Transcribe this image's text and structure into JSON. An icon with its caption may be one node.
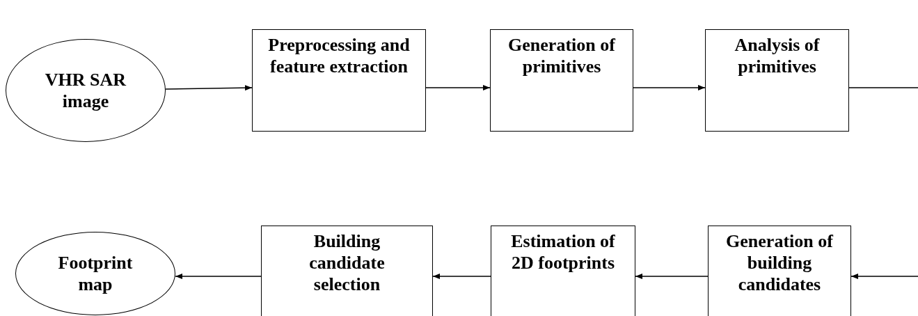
{
  "diagram": {
    "nodes": [
      {
        "text": [
          "VHR SAR image"
        ]
      },
      {
        "text": [
          "Preprocessing and feature extraction"
        ]
      },
      {
        "text": [
          "Generation of primitives"
        ]
      },
      {
        "text": [
          "Analysis of primitives"
        ]
      },
      {
        "text": [
          "Footprint map"
        ]
      },
      {
        "text": [
          "Building candidate selection"
        ]
      },
      {
        "text": [
          "Estimation of 2D footprints"
        ]
      },
      {
        "text": [
          "Generation of building candidates"
        ]
      }
    ],
    "edges": [
      {
        "from": 0,
        "to": 1,
        "arrow": "to"
      },
      {
        "from": 1,
        "to": 2,
        "arrow": "to"
      },
      {
        "from": 2,
        "to": 3,
        "arrow": "to"
      },
      {
        "from": 3,
        "to": null,
        "arrow": "none"
      },
      {
        "from": null,
        "to": 7,
        "arrow": "to"
      },
      {
        "from": 7,
        "to": 6,
        "arrow": "to"
      },
      {
        "from": 6,
        "to": 5,
        "arrow": "to"
      },
      {
        "from": 5,
        "to": 4,
        "arrow": "to"
      }
    ]
  }
}
